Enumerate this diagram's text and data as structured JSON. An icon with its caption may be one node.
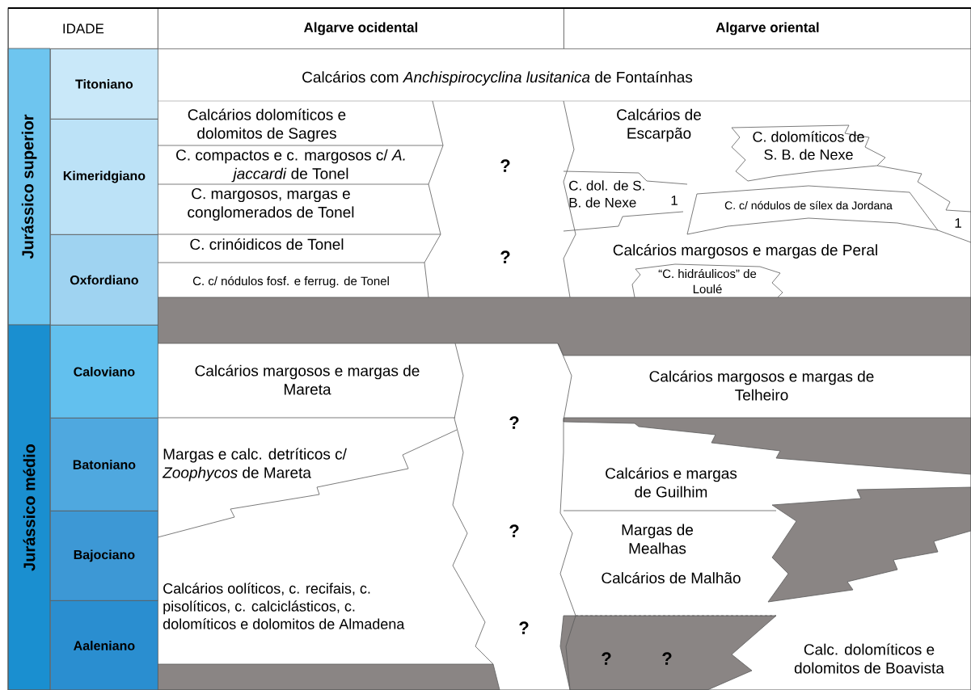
{
  "diagram": {
    "nodes": [
      {
        "text": [
          "IDADE"
        ]
      },
      {
        "text": [
          "Algarve ocidental"
        ]
      },
      {
        "text": [
          "Algarve oriental"
        ]
      },
      {
        "text": [
          "Jurássico superior"
        ]
      },
      {
        "text": [
          "Jurássico médio"
        ]
      },
      {
        "text": [
          "Titoniano"
        ]
      },
      {
        "text": [
          "Kimeridgiano"
        ]
      },
      {
        "text": [
          "Oxfordiano"
        ]
      },
      {
        "text": [
          "Caloviano"
        ]
      },
      {
        "text": [
          "Batoniano"
        ]
      },
      {
        "text": [
          "Bajociano"
        ]
      },
      {
        "text": [
          "Aaleniano"
        ]
      }
    ],
    "labels": [
      "Calcários com *Anchispirocyclina lusitanica* de Fontaínhas",
      "Calcários dolomíticos e dolomitos de Sagres",
      "Calcários de Escarpão",
      "C. dolomíticos de S. B. de Nexe",
      "C. compactos e c. margosos c/ *A. jaccardi* de Tonel",
      "?",
      "C. dol. de S. B. de Nexe",
      "1",
      "C. c/ nódulos de sílex da Jordana",
      "1",
      "C. margosos, margas e conglomerados de Tonel",
      "C. crinóidicos de Tonel",
      "?",
      "Calcários margosos e margas de Peral",
      "C. c/ nódulos fosf. e ferrug. de Tonel",
      "“C. hidráulicos” de Loulé",
      "Calcários margosos e margas de Mareta",
      "Calcários margosos e margas de Telheiro",
      "?",
      "Margas e calc. detríticos c/ *Zoophycos* de Mareta",
      "Calcários e margas de Guilhim",
      "Margas de Mealhas",
      "?",
      "Calcários de Malhão",
      "Calcários oolíticos, c. recifais, c. pisolíticos, c. calciclásticos, c. dolomíticos e dolomitos de Almadena",
      "?",
      "?",
      "?",
      "Calc. dolomíticos e dolomitos de Boavista"
    ]
  }
}
